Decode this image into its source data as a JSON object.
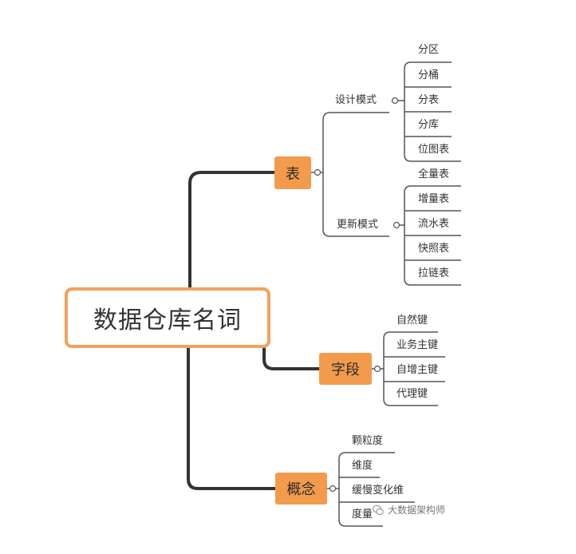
{
  "root": {
    "label": "数据仓库名词"
  },
  "branches": {
    "table": {
      "label": "表",
      "groups": [
        {
          "label": "设计模式",
          "items": [
            "分区",
            "分桶",
            "分表",
            "分库",
            "位图表"
          ]
        },
        {
          "label": "更新模式",
          "items": [
            "全量表",
            "增量表",
            "流水表",
            "快照表",
            "拉链表"
          ]
        }
      ]
    },
    "field": {
      "label": "字段",
      "items": [
        "自然键",
        "业务主键",
        "自增主键",
        "代理键"
      ]
    },
    "concept": {
      "label": "概念",
      "items": [
        "颗粒度",
        "维度",
        "缓慢变化维",
        "度量"
      ]
    }
  },
  "watermark": {
    "text": "大数据架构师",
    "icon": "wechat-icon"
  },
  "colors": {
    "accent": "#f29b4c",
    "root_border": "#f4a15c",
    "trunk": "#333333",
    "line": "#555555"
  }
}
